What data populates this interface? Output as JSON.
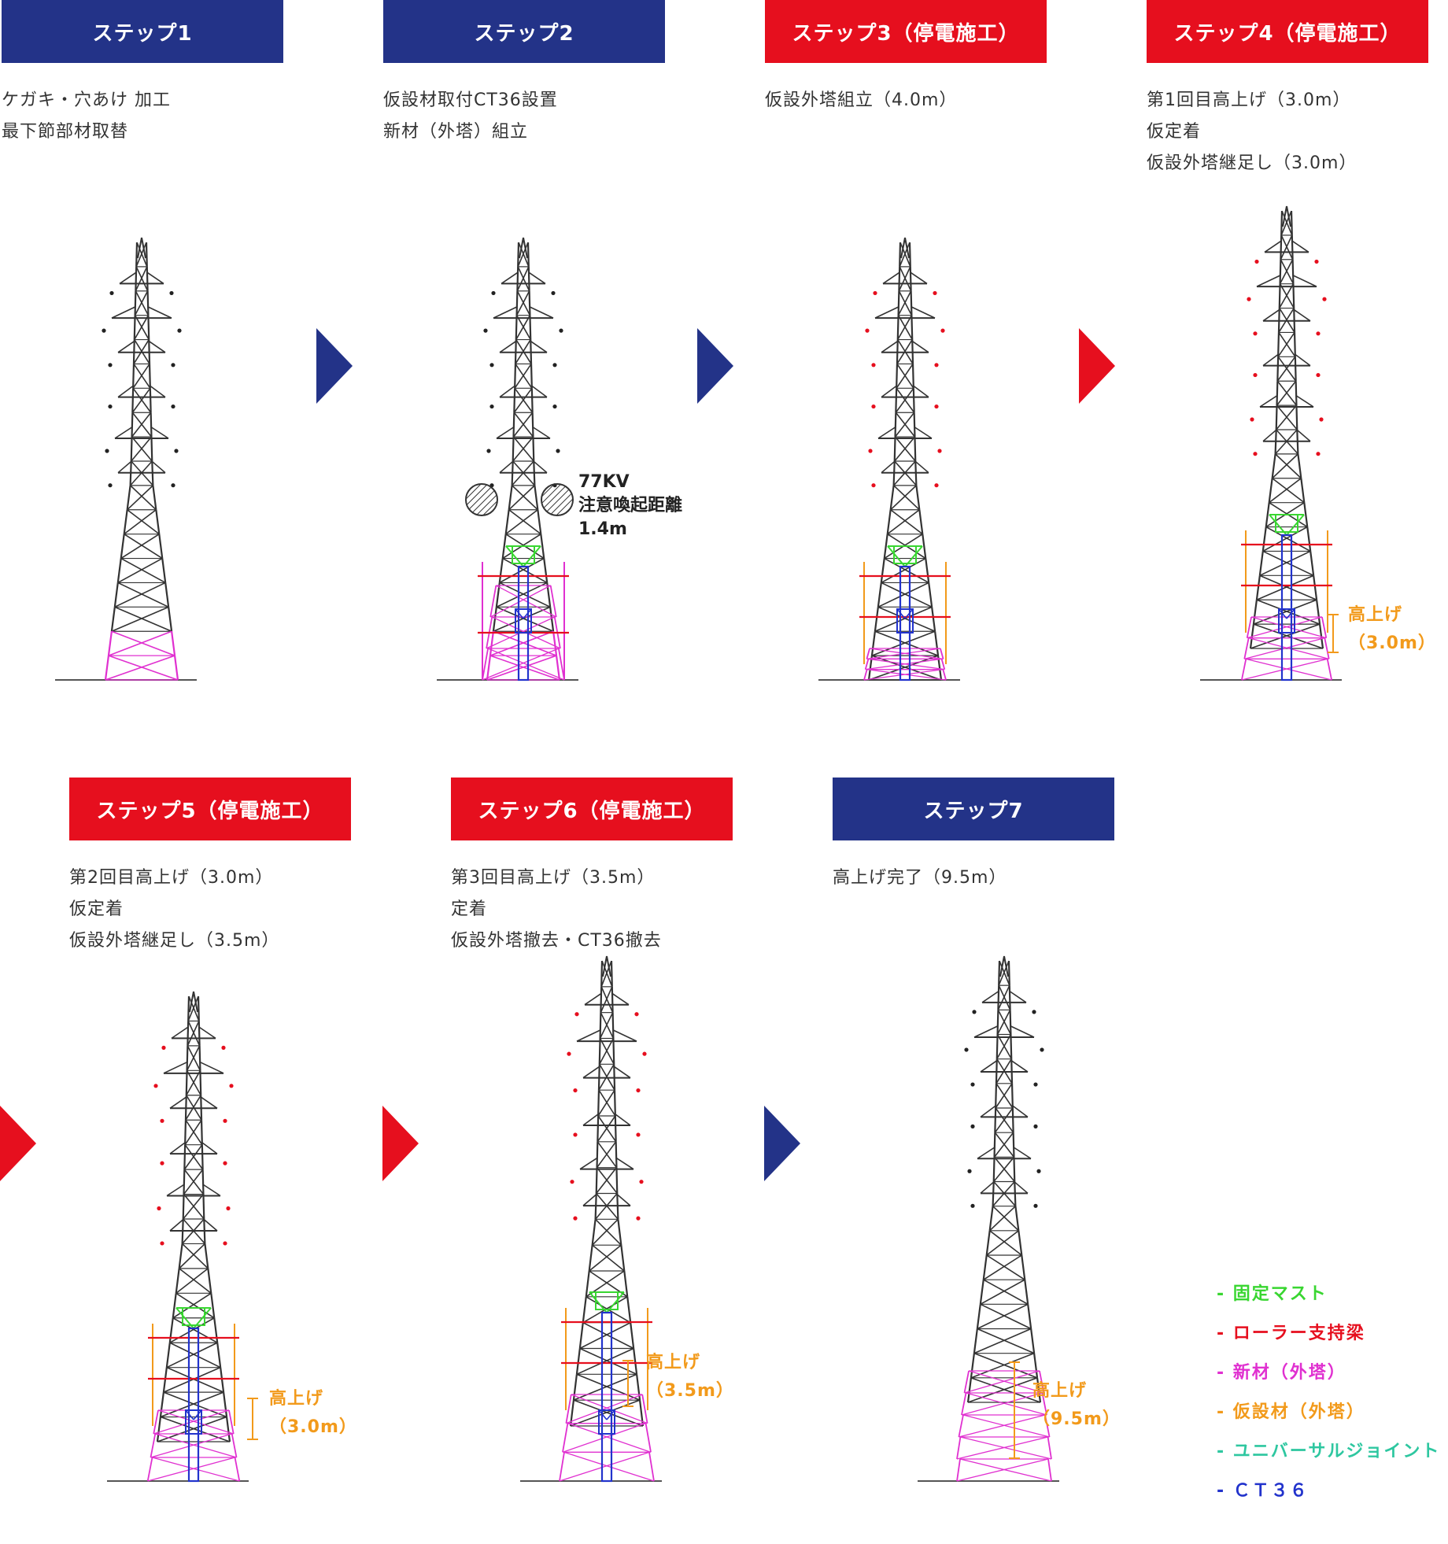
{
  "steps": [
    {
      "title": "ステップ1",
      "color": "#233388",
      "lines": [
        "ケガキ・穴あけ 加工",
        "最下節部材取替"
      ]
    },
    {
      "title": "ステップ2",
      "color": "#233388",
      "lines": [
        "仮設材取付CT36設置",
        "新材（外塔）組立"
      ]
    },
    {
      "title": "ステップ3（停電施工）",
      "color": "#e60f1e",
      "lines": [
        "仮設外塔組立（4.0m）"
      ]
    },
    {
      "title": "ステップ4（停電施工）",
      "color": "#e60f1e",
      "lines": [
        "第1回目高上げ（3.0m）",
        "仮定着",
        "仮設外塔継足し（3.0m）"
      ]
    },
    {
      "title": "ステップ5（停電施工）",
      "color": "#e60f1e",
      "lines": [
        "第2回目高上げ（3.0m）",
        "仮定着",
        "仮設外塔継足し（3.5m）"
      ]
    },
    {
      "title": "ステップ6（停電施工）",
      "color": "#e60f1e",
      "lines": [
        "第3回目高上げ（3.5m）",
        "定着",
        "仮設外塔撤去・CT36撤去"
      ]
    },
    {
      "title": "ステップ7",
      "color": "#233388",
      "lines": [
        "高上げ完了（9.5m）"
      ]
    }
  ],
  "step2_note": {
    "voltage": "77KV",
    "label": "注意喚起距離",
    "distance": "1.4m"
  },
  "lift_labels": {
    "step4": {
      "label": "高上げ",
      "value": "（3.0m）"
    },
    "step5": {
      "label": "高上げ",
      "value": "（3.0m）"
    },
    "step6": {
      "label": "高上げ",
      "value": "（3.5m）"
    },
    "step7": {
      "label": "高上げ",
      "value": "（9.5m）"
    }
  },
  "legend": [
    {
      "label": "- 固定マスト",
      "color": "#39d631"
    },
    {
      "label": "- ローラー支持梁",
      "color": "#e60f1e"
    },
    {
      "label": "- 新材（外塔）",
      "color": "#e030d0"
    },
    {
      "label": "- 仮設材（外塔）",
      "color": "#f29a1b"
    },
    {
      "label": "- ユニバーサルジョイント",
      "color": "#2ec7a0"
    },
    {
      "label": "- ＣＴ３６",
      "color": "#2233cc"
    }
  ],
  "colors": {
    "header_blue": "#233388",
    "header_red": "#e60f1e",
    "tower": "#333333",
    "new_member": "#e030d0",
    "temp_member": "#f29a1b",
    "roller_beam": "#e60f1e",
    "fixed_mast": "#39d631",
    "ct36": "#2233cc",
    "arrow_blue": "#233388",
    "arrow_red": "#e60f1e"
  }
}
